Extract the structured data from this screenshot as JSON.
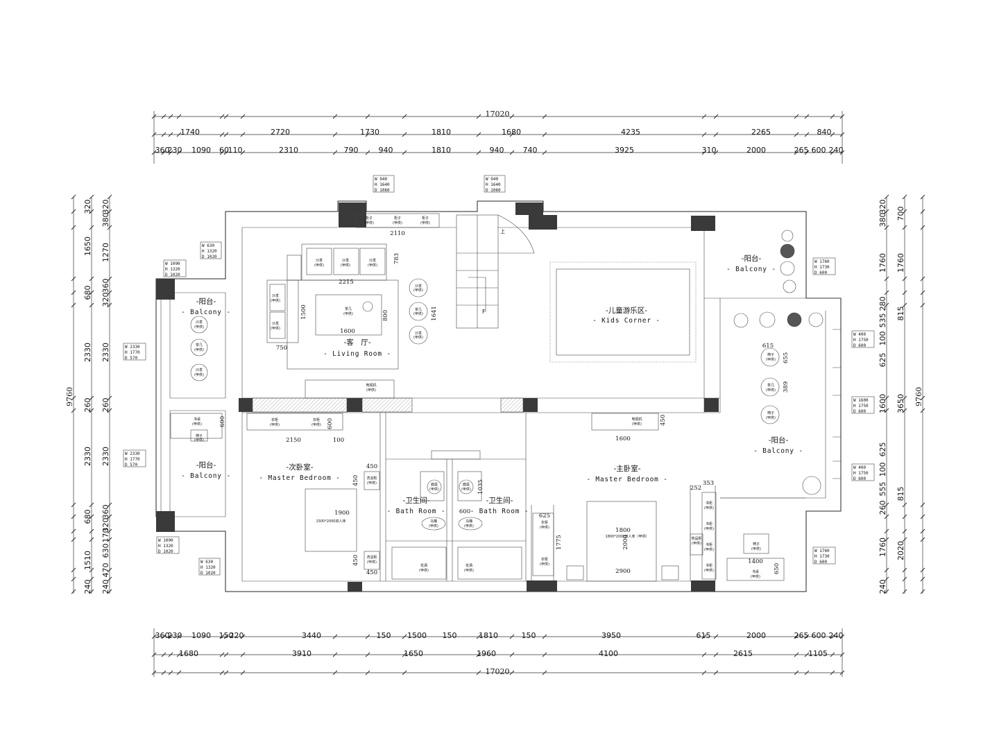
{
  "top_dims": {
    "total": "17020",
    "row1": [
      "1740",
      "2720",
      "1730",
      "1810",
      "1680",
      "4235",
      "2265",
      "840"
    ],
    "row2": [
      "360",
      "230",
      "1090",
      "60",
      "110",
      "2310",
      "790",
      "940",
      "1810",
      "940",
      "740",
      "3925",
      "310",
      "2000",
      "265",
      "600",
      "240"
    ]
  },
  "bottom_dims": {
    "total": "17020",
    "row1": [
      "1680",
      "3910",
      "1650",
      "1960",
      "4100",
      "2615",
      "1105"
    ],
    "row2": [
      "360",
      "230",
      "1090",
      "150",
      "220",
      "3440",
      "150",
      "1500",
      "150",
      "1810",
      "150",
      "3950",
      "615",
      "2000",
      "265",
      "600",
      "240"
    ]
  },
  "left_dims": {
    "total": "9760",
    "outer": [
      "320",
      "1650",
      "680",
      "2330",
      "260",
      "2330",
      "680",
      "1510",
      "240"
    ],
    "inner": [
      "320",
      "380",
      "1270",
      "360",
      "320",
      "2330",
      "260",
      "2330",
      "360",
      "320",
      "170",
      "630",
      "470",
      "240"
    ]
  },
  "right_dims": {
    "total": "9760",
    "outer": [
      "700",
      "1760",
      "815",
      "3650",
      "815",
      "2020"
    ],
    "inner": [
      "320",
      "380",
      "1760",
      "280",
      "535",
      "100",
      "625",
      "1600",
      "625",
      "100",
      "555",
      "260",
      "1760",
      "240"
    ]
  },
  "rooms": {
    "living": {
      "cn": "-客　厅-",
      "en": "- Living  Room -"
    },
    "kids": {
      "cn": "-儿童游乐区-",
      "en": "- Kids Corner -"
    },
    "balcony_ne": {
      "cn": "-阳台-",
      "en": "- Balcony -"
    },
    "balcony_w1": {
      "cn": "-阳台-",
      "en": "- Balcony -"
    },
    "balcony_w2": {
      "cn": "-阳台-",
      "en": "- Balcony -"
    },
    "balcony_e": {
      "cn": "-阳台-",
      "en": "- Balcony -"
    },
    "second_bed": {
      "cn": "-次卧室-",
      "en": "- Master Bedroom -"
    },
    "master_bed": {
      "cn": "-主卧室-",
      "en": "- Master Bedroom -"
    },
    "bath1": {
      "cn": "-卫生间-",
      "en": "- Bath  Room -"
    },
    "bath2": {
      "cn": "-卫生间-",
      "en": "- Bath  Room -"
    }
  },
  "furniture": {
    "sofa": "沙发",
    "jia": "(甲供)",
    "table": "茶几",
    "cabinet": "柜子",
    "tv": "电视机",
    "wardrobe": "衣柜",
    "toilet": "马桶",
    "basin": "面盆",
    "shower": "花洒",
    "bathcab": "洗浴柜",
    "desk": "书桌",
    "chair": "椅子",
    "bookcase": "书柜",
    "deco": "饰品柜",
    "stair_up": "上",
    "stair_f": "F",
    "bed_small": "1500*2000双人床",
    "bed_big": "1800*2000双人床（甲供）"
  },
  "inner_dims": {
    "d2110": "2110",
    "d2215": "2215",
    "d1600a": "1600",
    "d1500": "1500",
    "d800": "800",
    "d750": "750",
    "d783": "783",
    "d1641": "1641",
    "d615": "615",
    "d655": "655",
    "d389": "389",
    "d2150": "2150",
    "d600a": "600",
    "d100": "100",
    "d600b": "600",
    "d450a": "450",
    "d450b": "450",
    "d450c": "450",
    "d450d": "450",
    "d1900": "1900",
    "d1035": "1035",
    "d600c": "600",
    "d1600b": "1600",
    "d450e": "450",
    "d625": "625",
    "d1775": "1775",
    "d1800": "1800",
    "d2000": "2000",
    "d2900": "2900",
    "d353": "353",
    "d252": "252",
    "d1400": "1400",
    "d650": "650"
  },
  "spec_boxes": [
    [
      "W  940",
      "H  1640",
      "D  1060"
    ],
    [
      "W  940",
      "H  1640",
      "D  1060"
    ],
    [
      "W  630",
      "H  1320",
      "D  1020"
    ],
    [
      "W  1090",
      "H  1320",
      "D  1020"
    ],
    [
      "W  2330",
      "H  1770",
      "D  570"
    ],
    [
      "W  2330",
      "H  1770",
      "D  570"
    ],
    [
      "W  1090",
      "H  1320",
      "D  1020"
    ],
    [
      "W  630",
      "H  1320",
      "D  1020"
    ],
    [
      "W  1760",
      "H  1730",
      "D  600"
    ],
    [
      "W  400",
      "H  1750",
      "D  600"
    ],
    [
      "W  1600",
      "H  1750",
      "D  600"
    ],
    [
      "W  400",
      "H  1750",
      "D  600"
    ],
    [
      "W  1760",
      "H  1730",
      "D  600"
    ]
  ]
}
